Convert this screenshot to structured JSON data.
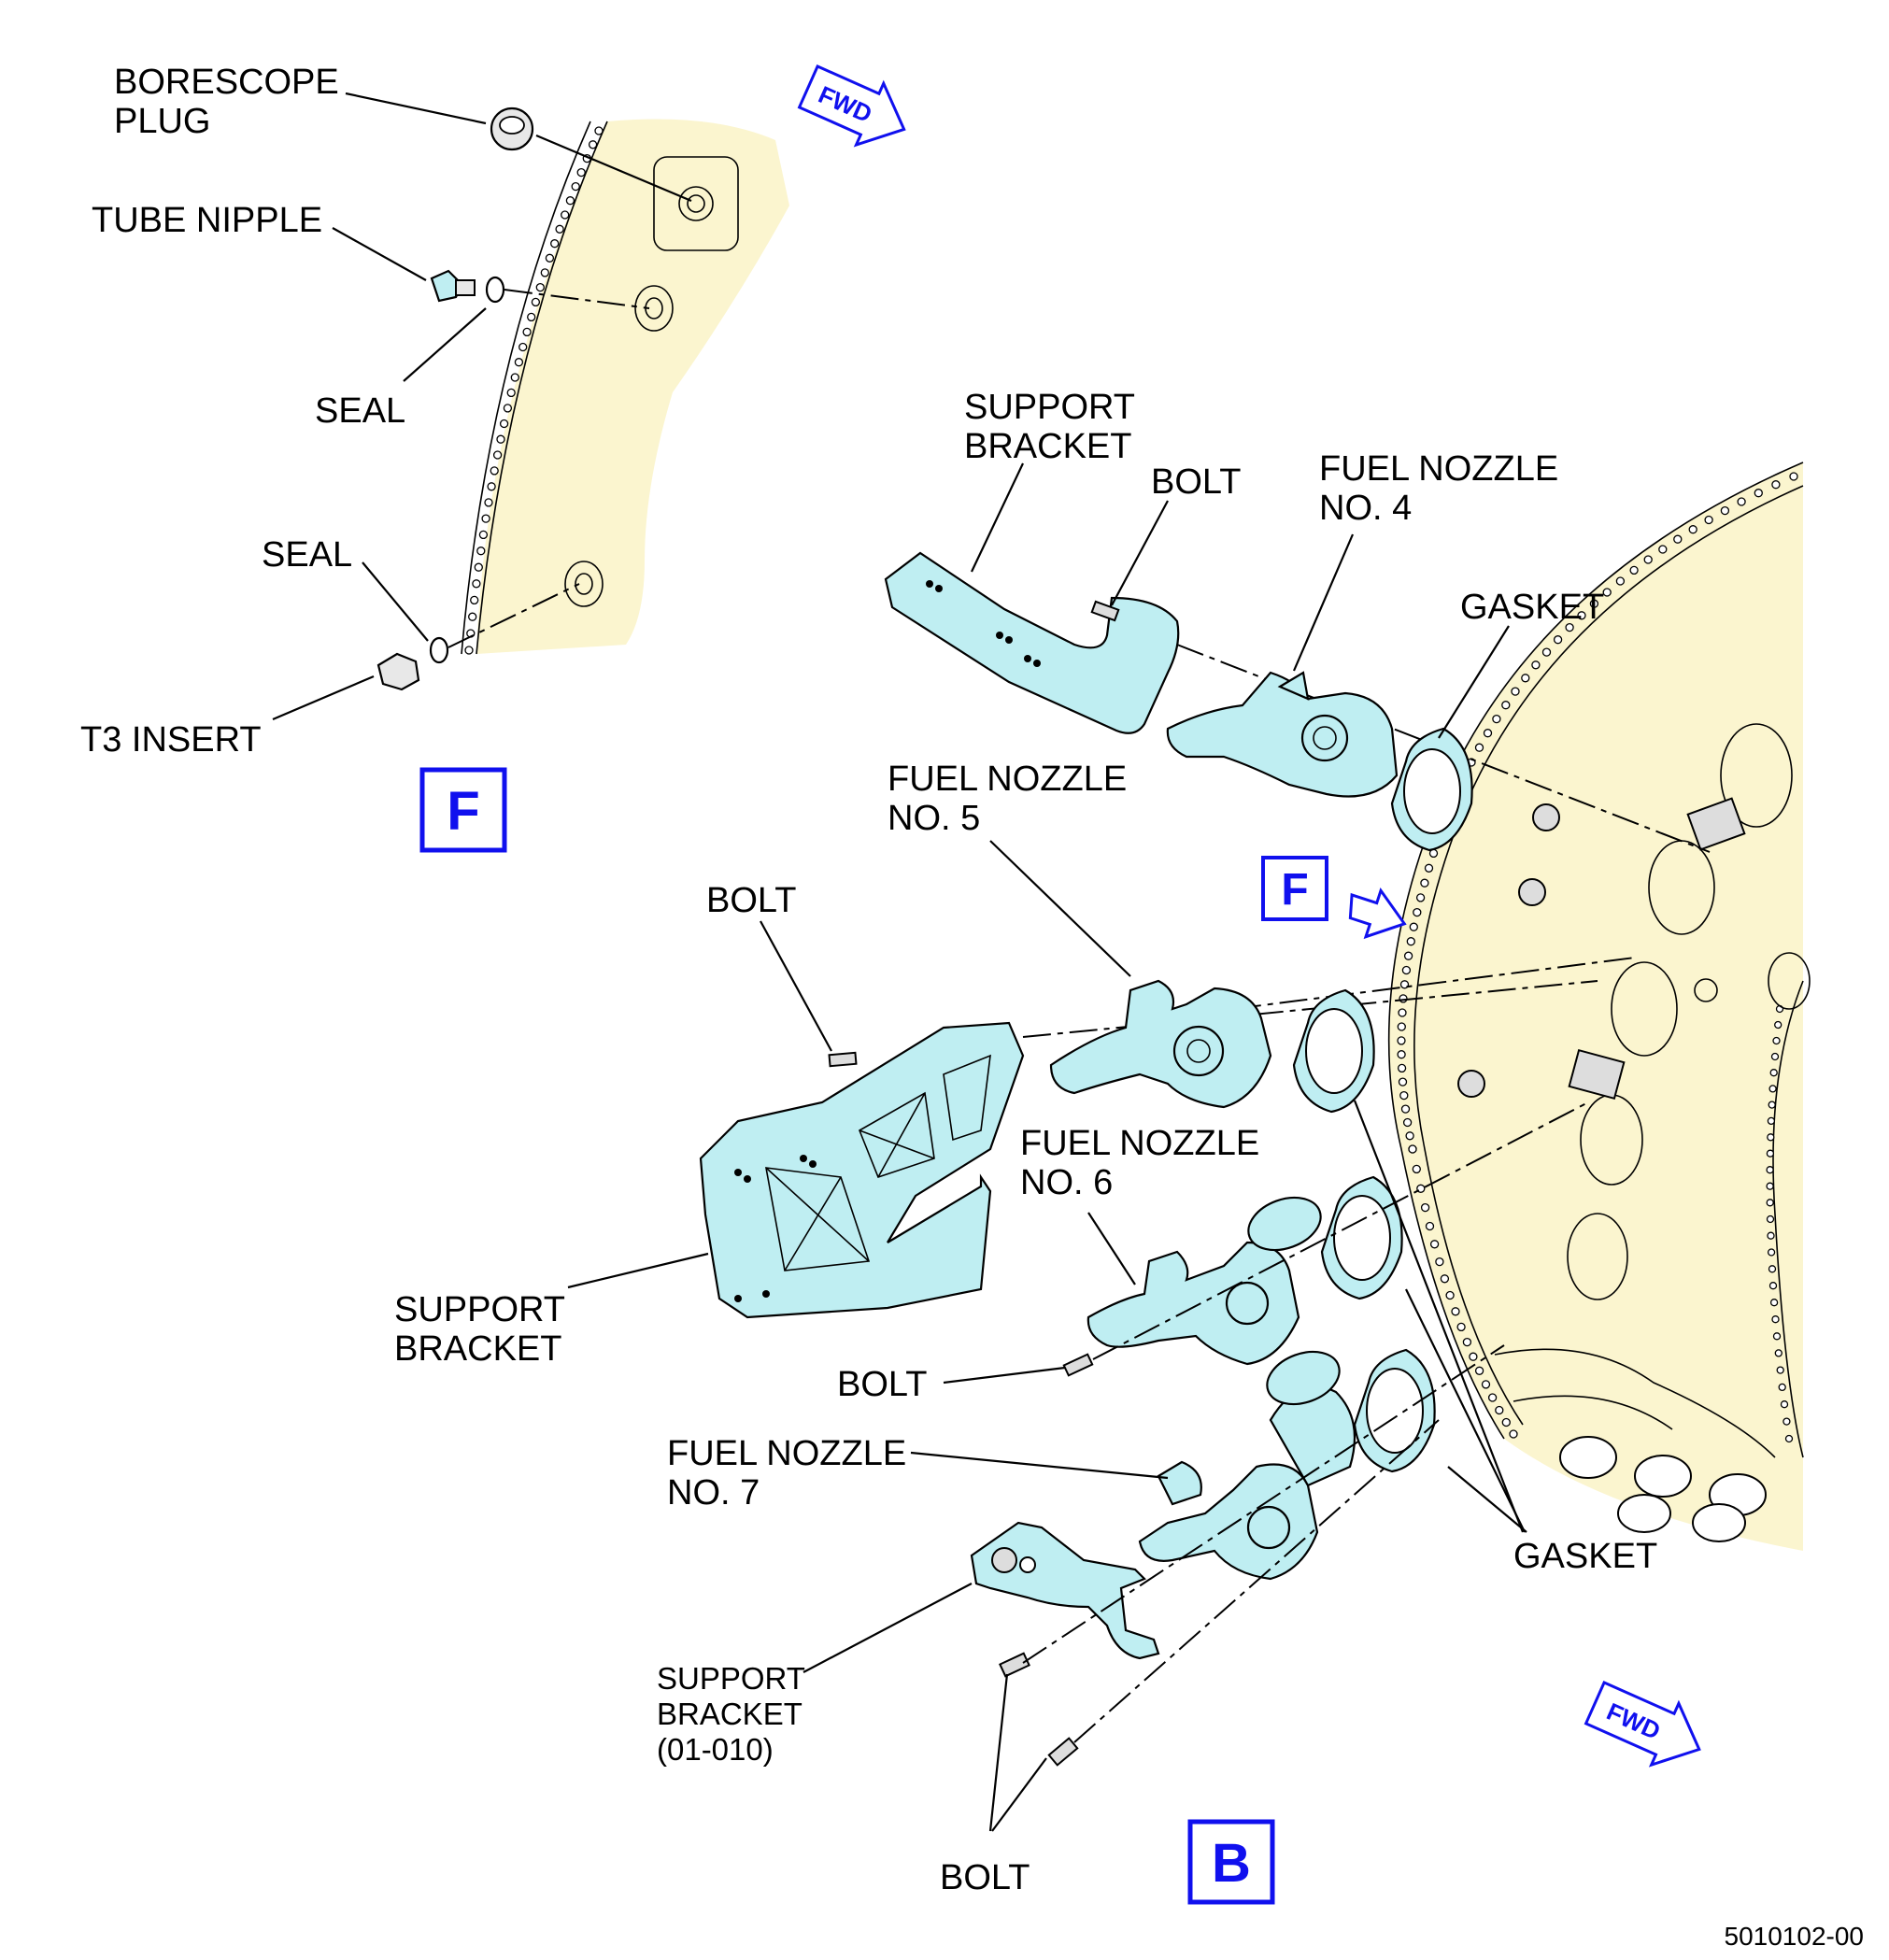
{
  "colors": {
    "case_fill": "#fbf5cf",
    "part_fill": "#bfeef2",
    "view_box_color": "#1010ee",
    "fwd_arrow_color": "#1010ee"
  },
  "view_f": {
    "borescope_plug": [
      "BORESCOPE",
      "PLUG"
    ],
    "tube_nipple": "TUBE NIPPLE",
    "seal_upper": "SEAL",
    "seal_lower": "SEAL",
    "t3_insert": "T3 INSERT",
    "view_letter": "F",
    "fwd_label": "FWD"
  },
  "view_b": {
    "support_bracket_top": [
      "SUPPORT",
      "BRACKET"
    ],
    "bolt_top": "BOLT",
    "fuel_nozzle_4": [
      "FUEL NOZZLE",
      "NO. 4"
    ],
    "gasket_top": "GASKET",
    "fuel_nozzle_5": [
      "FUEL NOZZLE",
      "NO. 5"
    ],
    "bolt_mid": "BOLT",
    "view_f_ref": "F",
    "fuel_nozzle_6": [
      "FUEL NOZZLE",
      "NO. 6"
    ],
    "support_bracket_mid": [
      "SUPPORT",
      "BRACKET"
    ],
    "bolt_low": "BOLT",
    "fuel_nozzle_7": [
      "FUEL NOZZLE",
      "NO. 7"
    ],
    "gasket_bottom": "GASKET",
    "support_bracket_bottom": [
      "SUPPORT",
      "BRACKET",
      "(01-010)"
    ],
    "bolt_bottom": "BOLT",
    "view_letter": "B",
    "fwd_label": "FWD"
  },
  "figure_id": "5010102-00"
}
